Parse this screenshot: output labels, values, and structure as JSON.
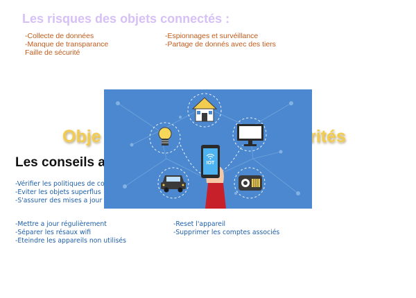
{
  "title": "Les risques des objets connectés :",
  "risks": {
    "left": [
      "-Collecte de données",
      "-Manque de transparance",
      "Faille de sécurité"
    ],
    "right": [
      "-Espionnages et survéillance",
      "-Partage de donnés avec des tiers"
    ]
  },
  "heading_left_fragment": "Obje",
  "heading_right_fragment": "rités",
  "advice_title_fragment": "Les conseils a",
  "tips_group1": [
    "-Vérifier les politiques de co",
    "-Eviter les objets superflus",
    "-S'assurer des mises a jour"
  ],
  "tips_group2_left": [
    "-Mettre a jour régulièrement",
    "-Séparer les résaux wifi",
    "-Eteindre les appareils non utilisés"
  ],
  "tips_group2_right": [
    "-Reset l'appareil",
    "-Supprimer les comptes associés"
  ],
  "illustration": {
    "phone_label": "IOT",
    "colors": {
      "background": "#4c88cf",
      "accent": "#f2cc4f",
      "risk_text": "#c05a1a",
      "tip_text": "#1f5fa8",
      "title": "#d6c0f6"
    },
    "icons": [
      "house-icon",
      "monitor-icon",
      "lightbulb-icon",
      "car-icon",
      "radio-icon",
      "smartphone-icon",
      "hand-icon"
    ]
  }
}
